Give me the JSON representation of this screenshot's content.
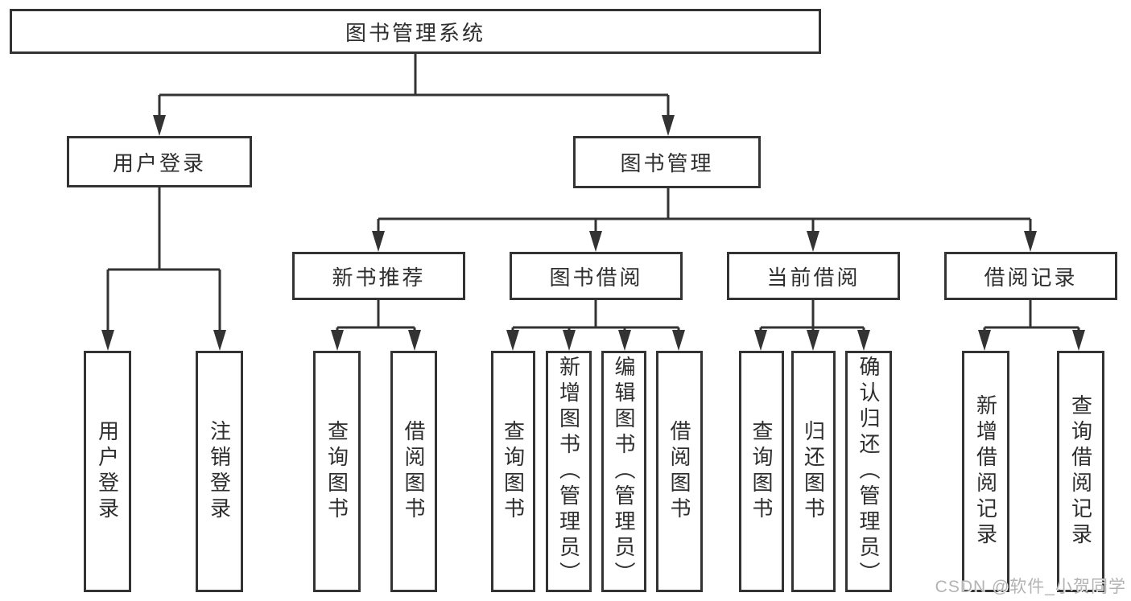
{
  "nodes": {
    "system": "图书管理系统",
    "user_login": "用户登录",
    "book_mgmt": "图书管理",
    "new_book_rec": "新书推荐",
    "book_borrow": "图书借阅",
    "current_borrow": "当前借阅",
    "borrow_record": "借阅记录"
  },
  "leaves": {
    "login": "用户登录",
    "logout": "注销登录",
    "nb_query": "查询图书",
    "nb_borrow": "借阅图书",
    "bb_query": "查询图书",
    "bb_add": "新增图书（管理员）",
    "bb_edit": "编辑图书（管理员）",
    "bb_borrow": "借阅图书",
    "cb_query": "查询图书",
    "cb_return": "归还图书",
    "cb_confirm": "确认归还（管理员）",
    "br_add": "新增借阅记录",
    "br_query": "查询借阅记录"
  },
  "watermark": "CSDN @软件_小贺同学",
  "colors": {
    "line": "#333333",
    "text": "#2e2e2e",
    "watermark": "#b3b3b3"
  }
}
